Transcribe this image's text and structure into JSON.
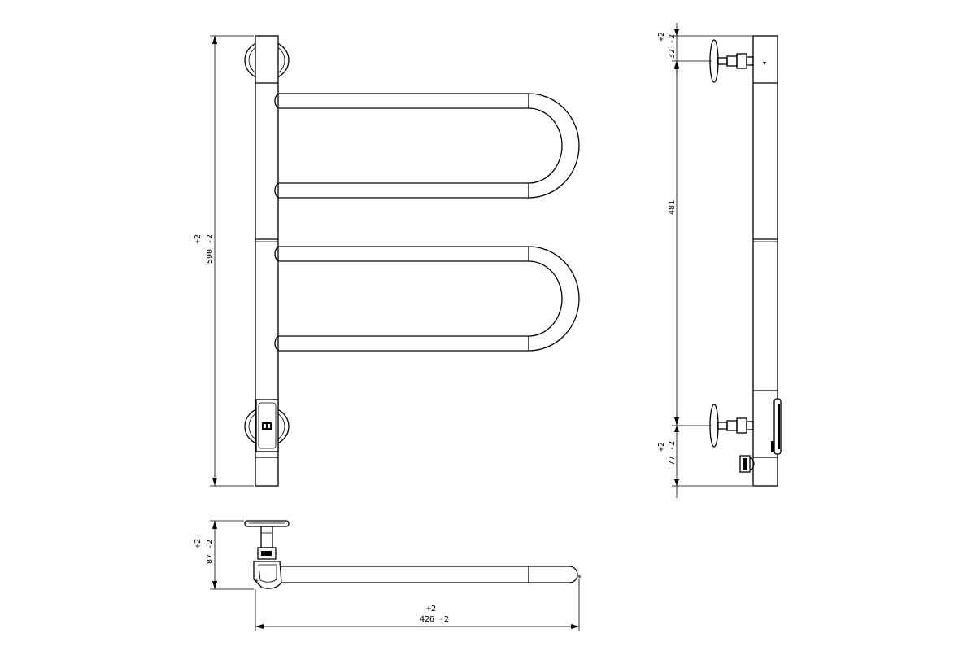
{
  "front_view": {
    "height_dim": {
      "tolerance": "+2",
      "value": "590 -2"
    }
  },
  "side_view": {
    "top_offset_dim": {
      "tolerance": "+2",
      "value": "32 -2"
    },
    "mount_spacing_dim": {
      "value": "481"
    },
    "bottom_offset_dim": {
      "tolerance": "+2",
      "value": "77 -2"
    }
  },
  "top_view": {
    "depth_dim": {
      "tolerance": "+2",
      "value": "87 -2"
    },
    "width_dim": {
      "tolerance": "+2",
      "value": "426 -2"
    }
  }
}
